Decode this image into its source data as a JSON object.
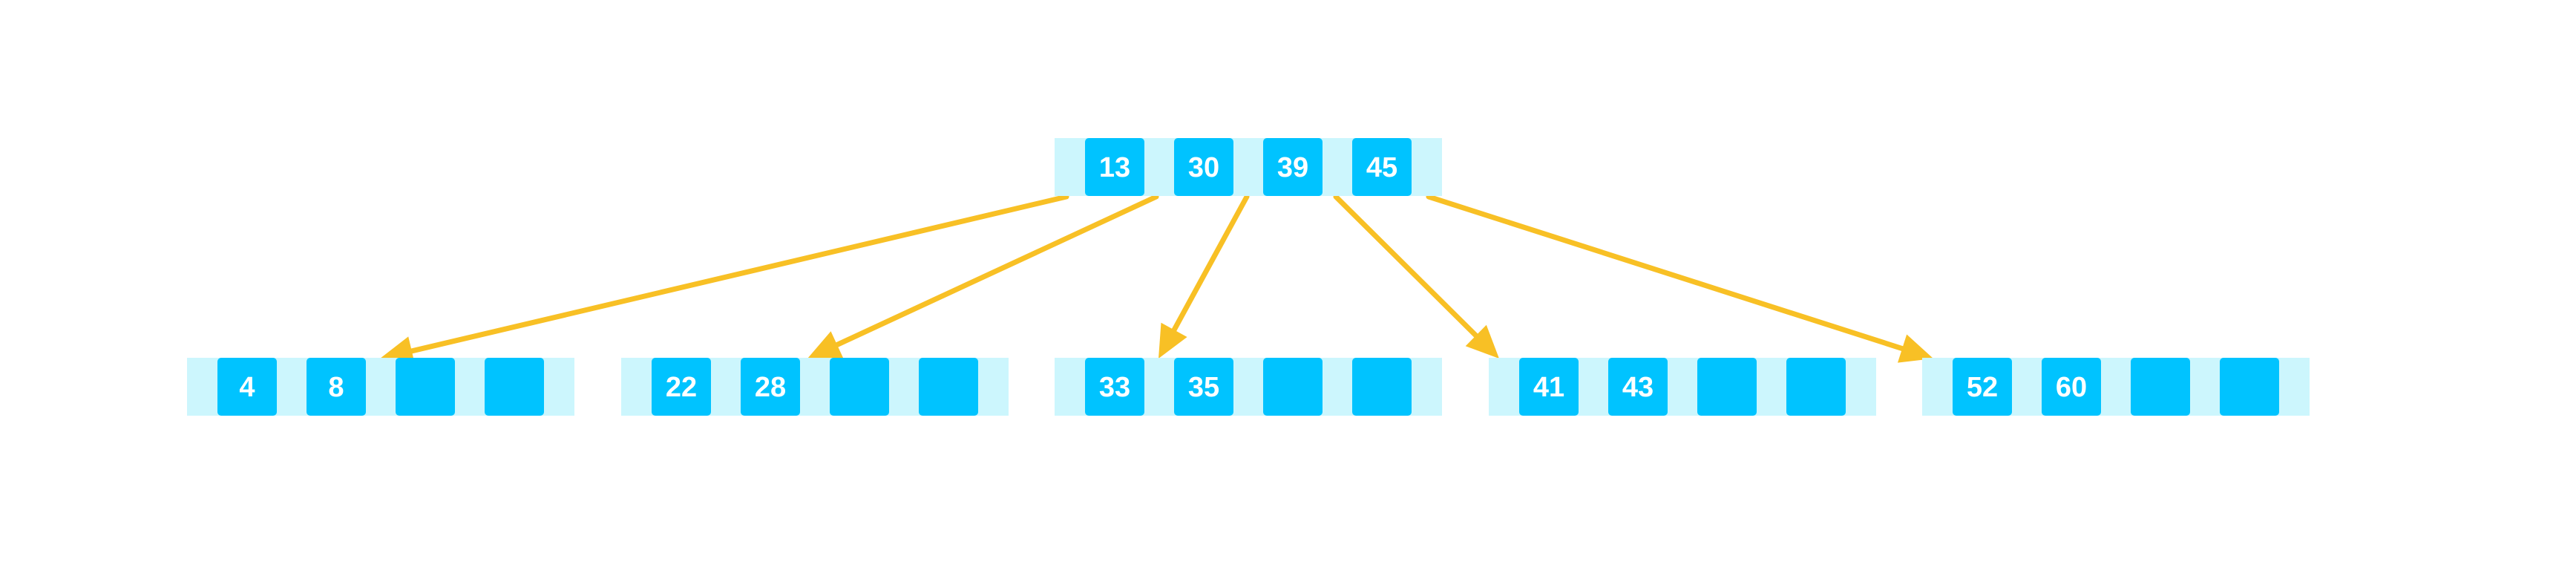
{
  "tree": {
    "colors": {
      "node_background": "#ccf6fd",
      "key_fill": "#00c3ff",
      "key_text": "#ffffff",
      "edge": "#f8c025"
    },
    "slots_per_node": 4,
    "root": {
      "keys": [
        "13",
        "30",
        "39",
        "45"
      ]
    },
    "children": [
      {
        "keys": [
          "4",
          "8"
        ]
      },
      {
        "keys": [
          "22",
          "28"
        ]
      },
      {
        "keys": [
          "33",
          "35"
        ]
      },
      {
        "keys": [
          "41",
          "43"
        ]
      },
      {
        "keys": [
          "52",
          "60"
        ]
      }
    ]
  }
}
